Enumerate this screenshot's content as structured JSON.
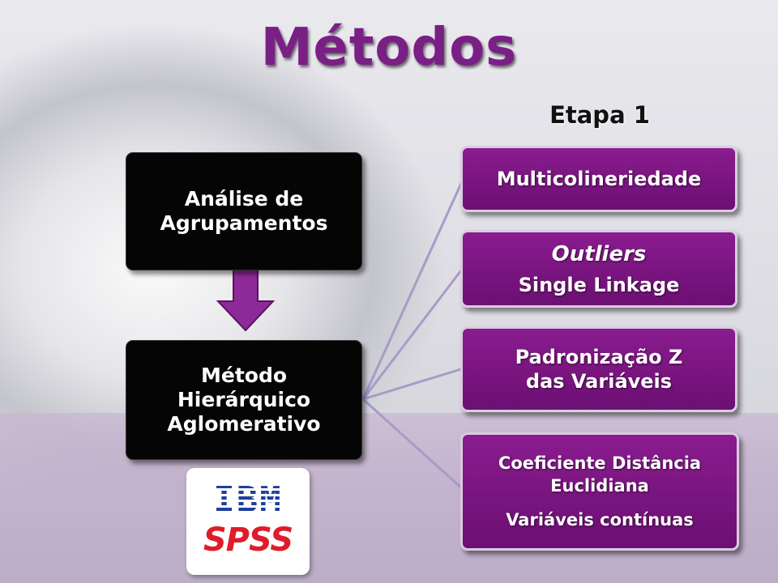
{
  "title": "Métodos",
  "etapa": "Etapa 1",
  "left_boxes": {
    "top": [
      "Análise de",
      "Agrupamentos"
    ],
    "bottom": [
      "Método",
      "Hierárquico",
      "Aglomerativo"
    ]
  },
  "right_boxes": {
    "b1": "Multicolineriedade",
    "b2_title": "Outliers",
    "b2_sub": "Single Linkage",
    "b3_line1": "Padronização Z",
    "b3_line2": "das Variáveis",
    "b4_line1": "Coeficiente Distância",
    "b4_line2": "Euclidiana",
    "b4_sub": "Variáveis contínuas"
  },
  "logo": {
    "ibm": "IBM",
    "spss": "SPSS"
  },
  "colors": {
    "title": "#7a1f86",
    "purple_box": "#7a1a82",
    "arrow": "#8e2a97",
    "black_box": "#050505",
    "ibm_blue": "#1f3f9c",
    "spss_red": "#e01b2a"
  }
}
